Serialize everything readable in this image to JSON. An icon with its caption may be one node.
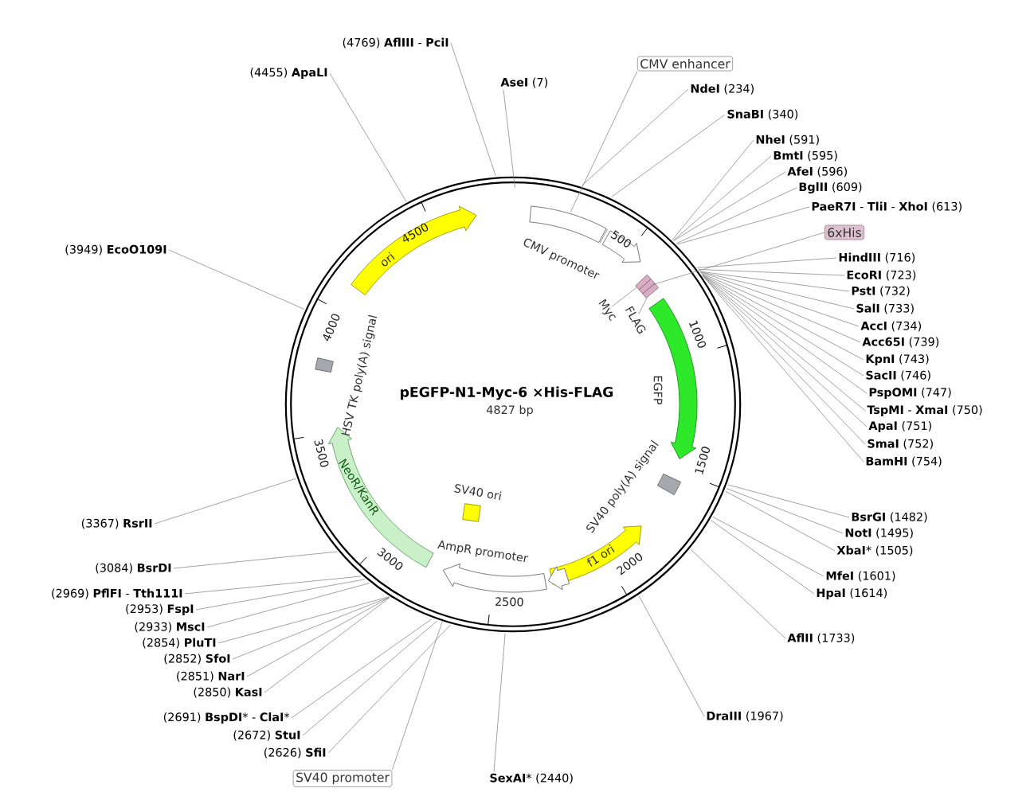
{
  "diagram": {
    "title": "pEGFP-N1-Myc-6 ×His-FLAG",
    "nodes": [
      {
        "text": [
          "CMV enhancer"
        ]
      },
      {
        "text": [
          "CMV promoter"
        ]
      },
      {
        "text": [],
        "shape": "box"
      },
      {
        "text": [],
        "shape": "box"
      },
      {
        "text": [],
        "shape": "box"
      },
      {
        "text": [
          "Myc"
        ]
      },
      {
        "text": [
          "6xHis"
        ]
      },
      {
        "text": [
          "FLAG"
        ]
      },
      {
        "text": [
          "EGFP"
        ]
      },
      {
        "text": [
          "SV40 poly(A) signal"
        ]
      },
      {
        "text": [
          "f1 ori"
        ]
      },
      {
        "text": [],
        "shape": "arrow"
      },
      {
        "text": [
          "AmpR promoter"
        ]
      },
      {
        "text": [
          "SV40 ori"
        ]
      },
      {
        "text": [
          "NeoR/KanR"
        ]
      },
      {
        "text": [
          "HSV TK poly(A) signal"
        ]
      },
      {
        "text": [
          "ori"
        ]
      },
      {
        "text": [
          "SV40 promoter"
        ]
      },
      {
        "text": [
          "**AseI** (7)"
        ]
      },
      {
        "text": [
          "**NdeI** (234)"
        ]
      },
      {
        "text": [
          "**SnaBI** (340)"
        ]
      },
      {
        "text": [
          "**NheI** (591)"
        ]
      },
      {
        "text": [
          "**BmtI** (595)"
        ]
      },
      {
        "text": [
          "**AfeI** (596)"
        ]
      },
      {
        "text": [
          "**BglII** (609)"
        ]
      },
      {
        "text": [
          "**PaeR7I** - **TliI** - **XhoI** (613)"
        ]
      },
      {
        "text": [
          "**HindIII** (716)"
        ]
      },
      {
        "text": [
          "**EcoRI** (723)"
        ]
      },
      {
        "text": [
          "**PstI** (732)"
        ]
      },
      {
        "text": [
          "**SalI** (733)"
        ]
      },
      {
        "text": [
          "**AccI** (734)"
        ]
      },
      {
        "text": [
          "**Acc65I** (739)"
        ]
      },
      {
        "text": [
          "**KpnI** (743)"
        ]
      },
      {
        "text": [
          "**SacII** (746)"
        ]
      },
      {
        "text": [
          "**PspOMI** (747)"
        ]
      },
      {
        "text": [
          "**TspMI** - **XmaI** (750)"
        ]
      },
      {
        "text": [
          "**ApaI** (751)"
        ]
      },
      {
        "text": [
          "**SmaI** (752)"
        ]
      },
      {
        "text": [
          "**BamHI** (754)"
        ]
      },
      {
        "text": [
          "**BsrGI** (1482)"
        ]
      },
      {
        "text": [
          "**NotI** (1495)"
        ]
      },
      {
        "text": [
          "**XbaI*** (1505)"
        ]
      },
      {
        "text": [
          "**MfeI** (1601)"
        ]
      },
      {
        "text": [
          "**HpaI** (1614)"
        ]
      },
      {
        "text": [
          "**AflII** (1733)"
        ]
      },
      {
        "text": [
          "**DraIII** (1967)"
        ]
      },
      {
        "text": [
          "**SexAI*** (2440)"
        ]
      },
      {
        "text": [
          "(2626) **SfiI**"
        ]
      },
      {
        "text": [
          "(2672) **StuI**"
        ]
      },
      {
        "text": [
          "(2691) **BspDI*** - **ClaI***"
        ]
      },
      {
        "text": [
          "(2850) **KasI**"
        ]
      },
      {
        "text": [
          "(2851) **NarI**"
        ]
      },
      {
        "text": [
          "(2852) **SfoI**"
        ]
      },
      {
        "text": [
          "(2854) **PluTI**"
        ]
      },
      {
        "text": [
          "(2933) **MscI**"
        ]
      },
      {
        "text": [
          "(2953) **FspI**"
        ]
      },
      {
        "text": [
          "(2969) **PflFI** - **Tth111I**"
        ]
      },
      {
        "text": [
          "(3084) **BsrDI**"
        ]
      },
      {
        "text": [
          "(3367) **RsrII**"
        ]
      },
      {
        "text": [
          "(3949) **EcoO109I**"
        ]
      },
      {
        "text": [
          "(4455) **ApaLI**"
        ]
      },
      {
        "text": [
          "(4769) **AflIII** - **PciI**"
        ]
      },
      {
        "text": [],
        "shape": "bar"
      }
    ],
    "edges": [
      {
        "from": 0,
        "to": 62,
        "arrow": "none"
      },
      {
        "from": 5,
        "to": 2,
        "arrow": "none"
      },
      {
        "from": 6,
        "to": 3,
        "arrow": "none"
      },
      {
        "from": 7,
        "to": 4,
        "arrow": "none"
      },
      {
        "from": 17,
        "to": null,
        "arrow": "none"
      },
      {
        "from": 18,
        "to": null,
        "arrow": "none"
      },
      {
        "from": 19,
        "to": null,
        "arrow": "none"
      },
      {
        "from": 20,
        "to": null,
        "arrow": "none"
      },
      {
        "from": 21,
        "to": null,
        "arrow": "none"
      },
      {
        "from": 22,
        "to": null,
        "arrow": "none"
      },
      {
        "from": 23,
        "to": null,
        "arrow": "none"
      },
      {
        "from": 24,
        "to": null,
        "arrow": "none"
      },
      {
        "from": 25,
        "to": null,
        "arrow": "none"
      },
      {
        "from": 26,
        "to": null,
        "arrow": "none"
      },
      {
        "from": 27,
        "to": null,
        "arrow": "none"
      },
      {
        "from": 28,
        "to": null,
        "arrow": "none"
      },
      {
        "from": 29,
        "to": null,
        "arrow": "none"
      },
      {
        "from": 30,
        "to": null,
        "arrow": "none"
      },
      {
        "from": 31,
        "to": null,
        "arrow": "none"
      },
      {
        "from": 32,
        "to": null,
        "arrow": "none"
      },
      {
        "from": 33,
        "to": null,
        "arrow": "none"
      },
      {
        "from": 34,
        "to": null,
        "arrow": "none"
      },
      {
        "from": 35,
        "to": null,
        "arrow": "none"
      },
      {
        "from": 36,
        "to": null,
        "arrow": "none"
      },
      {
        "from": 37,
        "to": null,
        "arrow": "none"
      },
      {
        "from": 38,
        "to": null,
        "arrow": "none"
      },
      {
        "from": 39,
        "to": null,
        "arrow": "none"
      },
      {
        "from": 40,
        "to": null,
        "arrow": "none"
      },
      {
        "from": 41,
        "to": null,
        "arrow": "none"
      },
      {
        "from": 42,
        "to": null,
        "arrow": "none"
      },
      {
        "from": 43,
        "to": null,
        "arrow": "none"
      },
      {
        "from": 44,
        "to": null,
        "arrow": "none"
      },
      {
        "from": 45,
        "to": null,
        "arrow": "none"
      },
      {
        "from": 46,
        "to": null,
        "arrow": "none"
      },
      {
        "from": 47,
        "to": null,
        "arrow": "none"
      },
      {
        "from": 48,
        "to": null,
        "arrow": "none"
      },
      {
        "from": 49,
        "to": null,
        "arrow": "none"
      },
      {
        "from": 50,
        "to": null,
        "arrow": "none"
      },
      {
        "from": 51,
        "to": null,
        "arrow": "none"
      },
      {
        "from": 52,
        "to": null,
        "arrow": "none"
      },
      {
        "from": 53,
        "to": null,
        "arrow": "none"
      },
      {
        "from": 54,
        "to": null,
        "arrow": "none"
      },
      {
        "from": 55,
        "to": null,
        "arrow": "none"
      },
      {
        "from": 56,
        "to": null,
        "arrow": "none"
      },
      {
        "from": 57,
        "to": null,
        "arrow": "none"
      },
      {
        "from": 58,
        "to": null,
        "arrow": "none"
      },
      {
        "from": 59,
        "to": null,
        "arrow": "none"
      },
      {
        "from": 60,
        "to": null,
        "arrow": "none"
      },
      {
        "from": 61,
        "to": null,
        "arrow": "none"
      }
    ],
    "labels": [
      "4827 bp",
      "500",
      "1000",
      "1500",
      "2000",
      "2500",
      "3000",
      "3500",
      "4000",
      "4500"
    ]
  }
}
